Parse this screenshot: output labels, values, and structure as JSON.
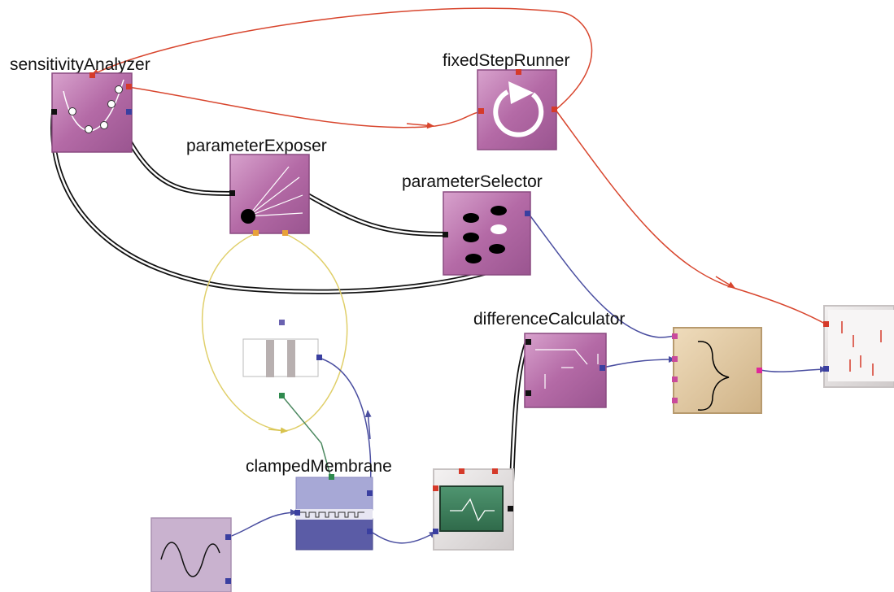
{
  "blocks": {
    "sensitivity_analyzer": {
      "label": "sensitivityAnalyzer",
      "icon": "curve-fit-icon"
    },
    "fixed_step_runner": {
      "label": "fixedStepRunner",
      "icon": "loop-arrow-icon"
    },
    "parameter_exposer": {
      "label": "parameterExposer",
      "icon": "fan-lines-icon"
    },
    "parameter_selector": {
      "label": "parameterSelector",
      "icon": "dots-selector-icon"
    },
    "difference_calculator": {
      "label": "differenceCalculator",
      "icon": "step-difference-icon"
    },
    "clamped_membrane": {
      "label": "clampedMembrane",
      "icon": "membrane-icon"
    },
    "capacitor": {
      "label": "",
      "icon": "capacitor-icon"
    },
    "brace_combiner": {
      "label": "",
      "icon": "curly-brace-icon"
    },
    "plot_output": {
      "label": "",
      "icon": "tick-plot-icon"
    },
    "oscilloscope": {
      "label": "",
      "icon": "oscilloscope-icon"
    },
    "sine_source": {
      "label": "",
      "icon": "sine-wave-icon"
    }
  },
  "colors": {
    "block_magenta": "#b46aa6",
    "block_magenta_light": "#d299c6",
    "block_magenta_dark": "#8a4a80",
    "block_tan": "#dcc39b",
    "block_blue": "#5b5ca6",
    "block_blue_light": "#a7a8d6",
    "block_lavender": "#c9b2cf",
    "wire_red": "#d8462e",
    "wire_blue": "#4a4ea0",
    "wire_yellow": "#e0cf6a",
    "wire_green": "#4e8a62",
    "port_red": "#d53a2a",
    "port_blue": "#3a3fa0",
    "port_orange": "#e8a23a",
    "port_pink": "#d94aa8",
    "port_green": "#2f8a4e"
  }
}
